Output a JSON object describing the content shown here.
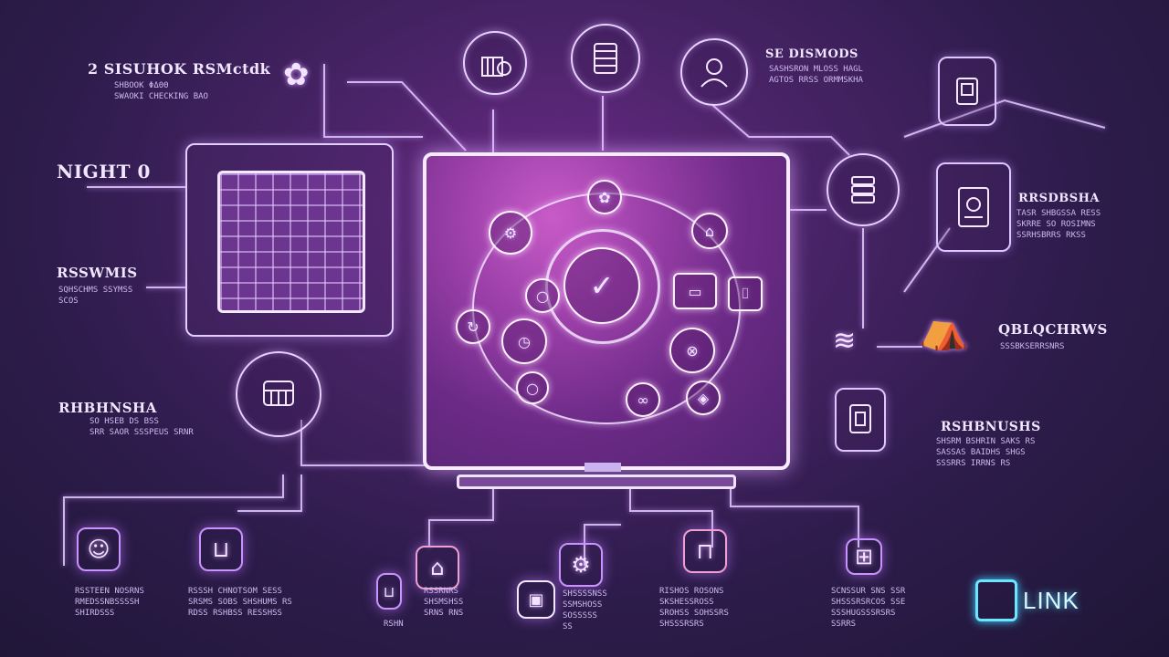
{
  "labels": {
    "top_left_title": "2 SISUHOK RSMctdk",
    "top_left_sub": "SHBOOK ΦΔΘΘ\nSWAOKI CHECKING BAO",
    "top_right_title": "SE DISMODS",
    "top_right_sub": "SASHSRON MLOSS HAGL\nAGTOS RRSS ORMMSKHA",
    "left_small": "NIGHT 0",
    "left_mid_title": "RSSWMIS",
    "left_mid_sub": "SQHSCHMS SSYMSS\nSCOS",
    "left_low_title": "RHBHNSHA",
    "left_low_sub": "SO HSEB DS BSS\nSRR SAOR SSSPEUS SRNR",
    "right_top_title": "RRSDBSHA",
    "right_top_sub": "TASR SHBGSSA RESS\nSKRRE SO ROSIMNS\nSSRHSBRRS RKSS",
    "right_mid_title": "QBLQCHRWS",
    "right_mid_sub": "SSSBKSERRSNRS",
    "right_low_title": "RSHBNUSHS",
    "right_low_sub": "SHSRM BSHRIN SAKS RS\nSASSAS BAIDHS SHGS\nSSSRRS IRRNS RS",
    "bottom_1": "RSSTEEN NOSRNS\nRMEDSSNBSSSSH\nSHIRDSSS",
    "bottom_2": "RSSSH CHNOTSOM SESS\nSRSMS SOBS SHSHUMS RS\nRDSS RSHBSS RESSHSS",
    "bottom_3": "RSSRNRS\nSHSMSHSS\nSRNS RNS",
    "bottom_3b": "RSHN",
    "bottom_4": "SHSSSSNSS\nSSMSHOSS\nSOSSSSS\nSS",
    "bottom_5": "RISHOS ROSONS\nSKSHESSROSS\nSROHSS SOHSSRS\nSHSSSRSRS",
    "bottom_6": "SCNSSUR SNS SSR\nSHSSSRSRCOS SSE\nSSSHUGSSSRSRS\nSSRRS"
  },
  "logo": {
    "text": "LINK"
  },
  "icons": {
    "top_center_1": "server-icon",
    "top_center_2": "database-icon",
    "top_right_1": "user-icon",
    "top_right_2": "document-icon",
    "center": "checkmark-icon"
  },
  "colors": {
    "accent": "#d49bff",
    "logo": "#49d3ff",
    "background": "#2e1c4c"
  }
}
